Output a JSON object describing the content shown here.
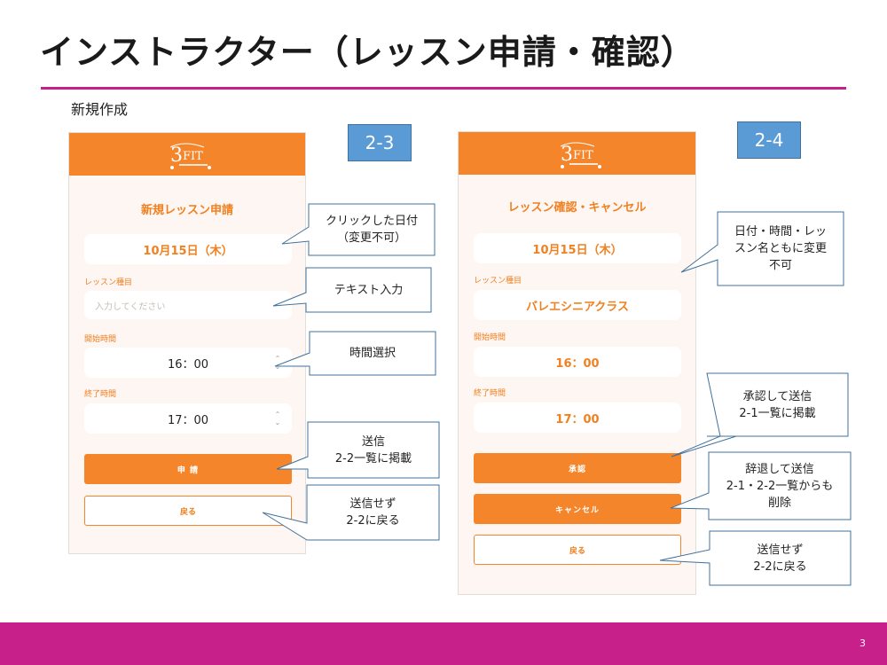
{
  "slide": {
    "title": "インストラクター（レッスン申請・確認）",
    "section_label": "新規作成",
    "page_number": "3",
    "accent_color": "#c7208a",
    "brand_color": "#f5852a"
  },
  "screen_a": {
    "tag": "2-3",
    "header_logo": "3FIT logo",
    "title": "新規レッスン申請",
    "date_value": "10月15日（木）",
    "lesson_label": "レッスン種目",
    "lesson_placeholder": "入力してください",
    "start_label": "開始時間",
    "start_value": "16：00",
    "end_label": "終了時間",
    "end_value": "17：00",
    "submit_label": "申 請",
    "back_label": "戻る"
  },
  "screen_b": {
    "tag": "2-4",
    "header_logo": "3FIT logo",
    "title": "レッスン確認・キャンセル",
    "date_value": "10月15日（木）",
    "lesson_label": "レッスン種目",
    "lesson_value": "バレエシニアクラス",
    "start_label": "開始時間",
    "start_value": "16：00",
    "end_label": "終了時間",
    "end_value": "17：00",
    "approve_label": "承認",
    "cancel_label": "キャンセル",
    "back_label": "戻る"
  },
  "callouts": {
    "date_clicked": "クリックした日付\n（変更不可）",
    "text_input": "テキスト入力",
    "time_select": "時間選択",
    "submit_a": "送信\n2-2一覧に掲載",
    "back_a": "送信せず\n2-2に戻る",
    "readonly_b": "日付・時間・レッ\nスン名ともに変更\n不可",
    "approve_b": "承認して送信\n2-1一覧に掲載",
    "cancel_b": "辞退して送信\n2-1・2-2一覧からも\n削除",
    "back_b": "送信せず\n2-2に戻る"
  }
}
